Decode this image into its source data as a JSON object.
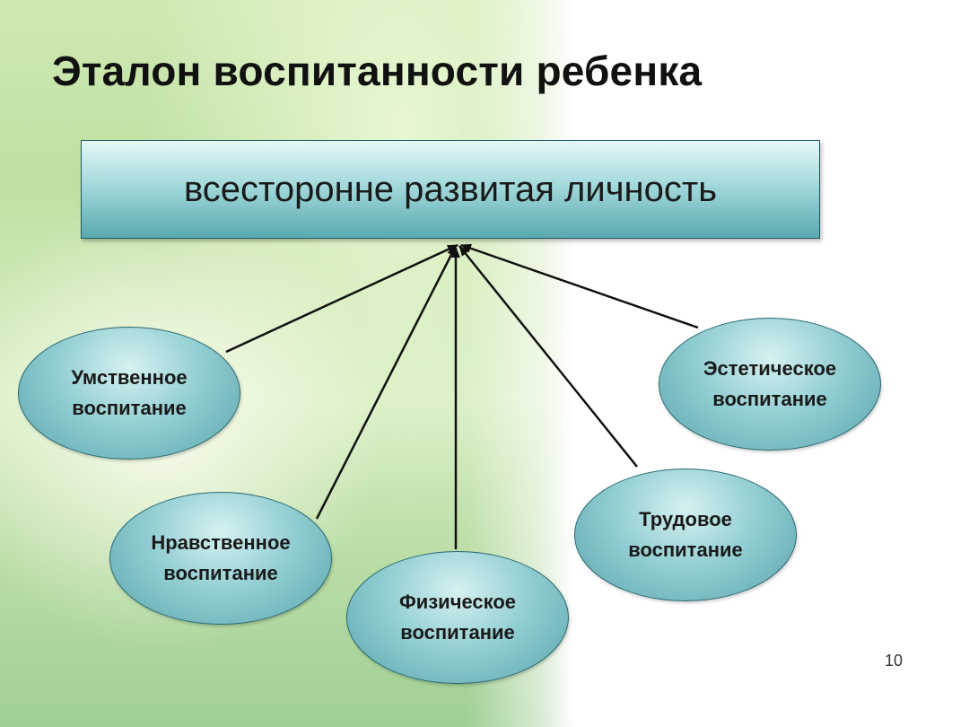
{
  "slide": {
    "title": "Эталон воспитанности ребенка",
    "center_box": "всесторонне развитая личность",
    "nodes": [
      {
        "line1": "Умственное",
        "line2": "воспитание"
      },
      {
        "line1": "Нравственное",
        "line2": "воспитание"
      },
      {
        "line1": "Физическое",
        "line2": "воспитание"
      },
      {
        "line1": "Трудовое",
        "line2": "воспитание"
      },
      {
        "line1": "Эстетическое",
        "line2": "воспитание"
      }
    ],
    "page_number": "10"
  },
  "colors": {
    "node_fill": "#93cfd3",
    "box_fill": "#a3d9db",
    "arrow": "#111111"
  }
}
